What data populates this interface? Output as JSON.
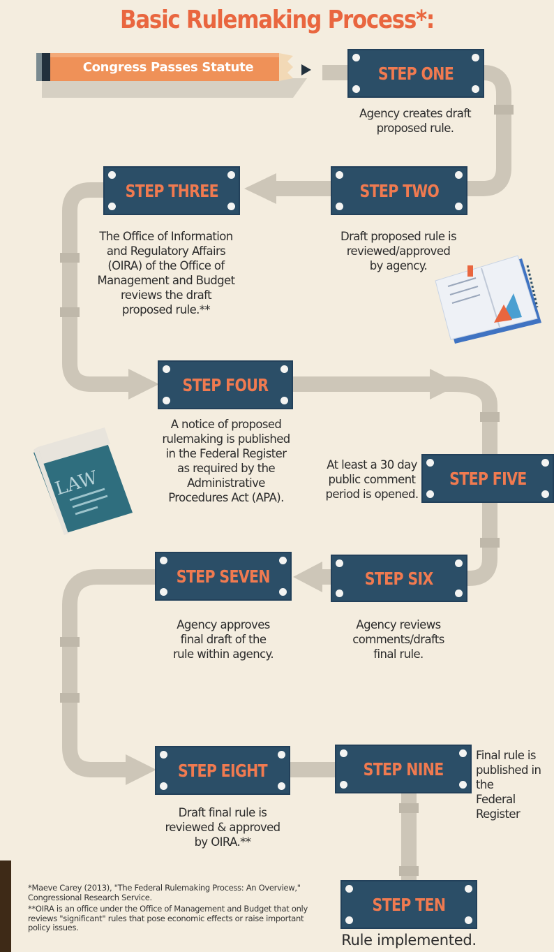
{
  "title": "Basic Rulemaking Process*:",
  "start": {
    "label": "Congress Passes Statute"
  },
  "book_label": "LAW",
  "steps": [
    {
      "label": "STEP ONE",
      "desc": "Agency creates draft\nproposed rule."
    },
    {
      "label": "STEP TWO",
      "desc": "Draft proposed rule is\nreviewed/approved\nby agency."
    },
    {
      "label": "STEP THREE",
      "desc": "The Office of Information\nand Regulatory Affairs\n(OIRA) of the Office of\nManagement and Budget\nreviews the draft\nproposed rule.**"
    },
    {
      "label": "STEP FOUR",
      "desc": "A notice of proposed\nrulemaking is published\nin the Federal Register\nas required by the\nAdministrative\nProcedures Act (APA)."
    },
    {
      "label": "STEP FIVE",
      "desc": "At least a 30 day\npublic comment\nperiod is opened."
    },
    {
      "label": "STEP SIX",
      "desc": "Agency reviews\ncomments/drafts\nfinal rule."
    },
    {
      "label": "STEP SEVEN",
      "desc": "Agency approves\nfinal draft of the\nrule within agency."
    },
    {
      "label": "STEP EIGHT",
      "desc": "Draft final rule is\nreviewed & approved\nby OIRA.**"
    },
    {
      "label": "STEP NINE",
      "desc": "Final rule is\npublished in the\nFederal Register"
    },
    {
      "label": "STEP TEN",
      "desc": "Rule implemented."
    }
  ],
  "footnotes": [
    "*Maeve Carey (2013), \"The Federal Rulemaking Process: An Overview,\" Congressional Research Service.",
    "**OIRA is an office under the Office of Management and Budget that only reviews \"significant\" rules that pose economic effects or raise important policy issues."
  ],
  "colors": {
    "background": "#f4eddf",
    "title": "#e9663f",
    "plate": "#2b4e67",
    "plate_text": "#f07a50",
    "pipe": "#cdc6b8",
    "pencil_body": "#ef9158"
  }
}
